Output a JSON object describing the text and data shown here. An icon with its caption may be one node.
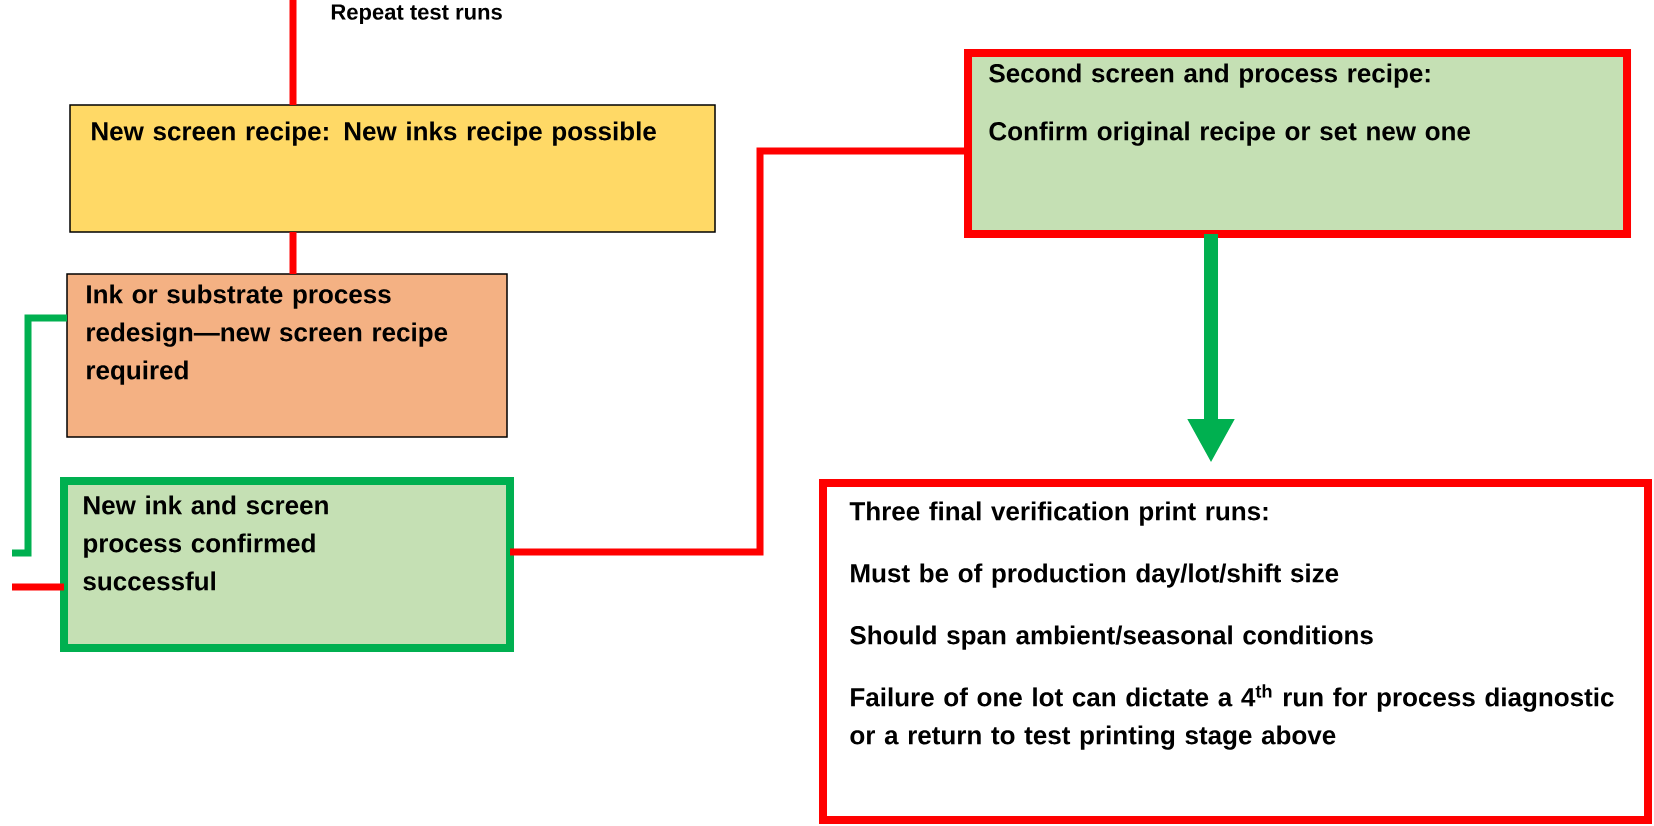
{
  "diagram": {
    "nodes": [
      {
        "text": [
          "New screen recipe: New inks recipe possible"
        ]
      },
      {
        "text": [
          "Ink or substrate process redesign—new screen recipe required"
        ]
      },
      {
        "text": [
          "New ink and screen process confirmed successful"
        ]
      },
      {
        "text": [
          "Second screen and process recipe:",
          "Confirm original recipe or set new one"
        ]
      },
      {
        "text": [
          "Three final verification print runs:",
          "Must be of production day/lot/shift size",
          "Should span ambient/seasonal conditions",
          "Failure of one lot can dictate a 4$^{th}$ run for process diagnostic or a return to test printing stage above"
        ]
      }
    ],
    "edges": [
      {
        "from": null,
        "to": 0,
        "arrow": "none"
      },
      {
        "from": 0,
        "to": 1,
        "arrow": "none"
      },
      {
        "from": 1,
        "to": null,
        "arrow": "none",
        "color": "#00b050"
      },
      {
        "from": null,
        "to": 2,
        "arrow": "none"
      },
      {
        "from": 2,
        "to": 3,
        "arrow": "none"
      },
      {
        "from": 3,
        "to": 4,
        "arrow": "to",
        "style": "thick",
        "color": "#00b050"
      }
    ],
    "labels": [
      "Repeat test runs"
    ]
  }
}
